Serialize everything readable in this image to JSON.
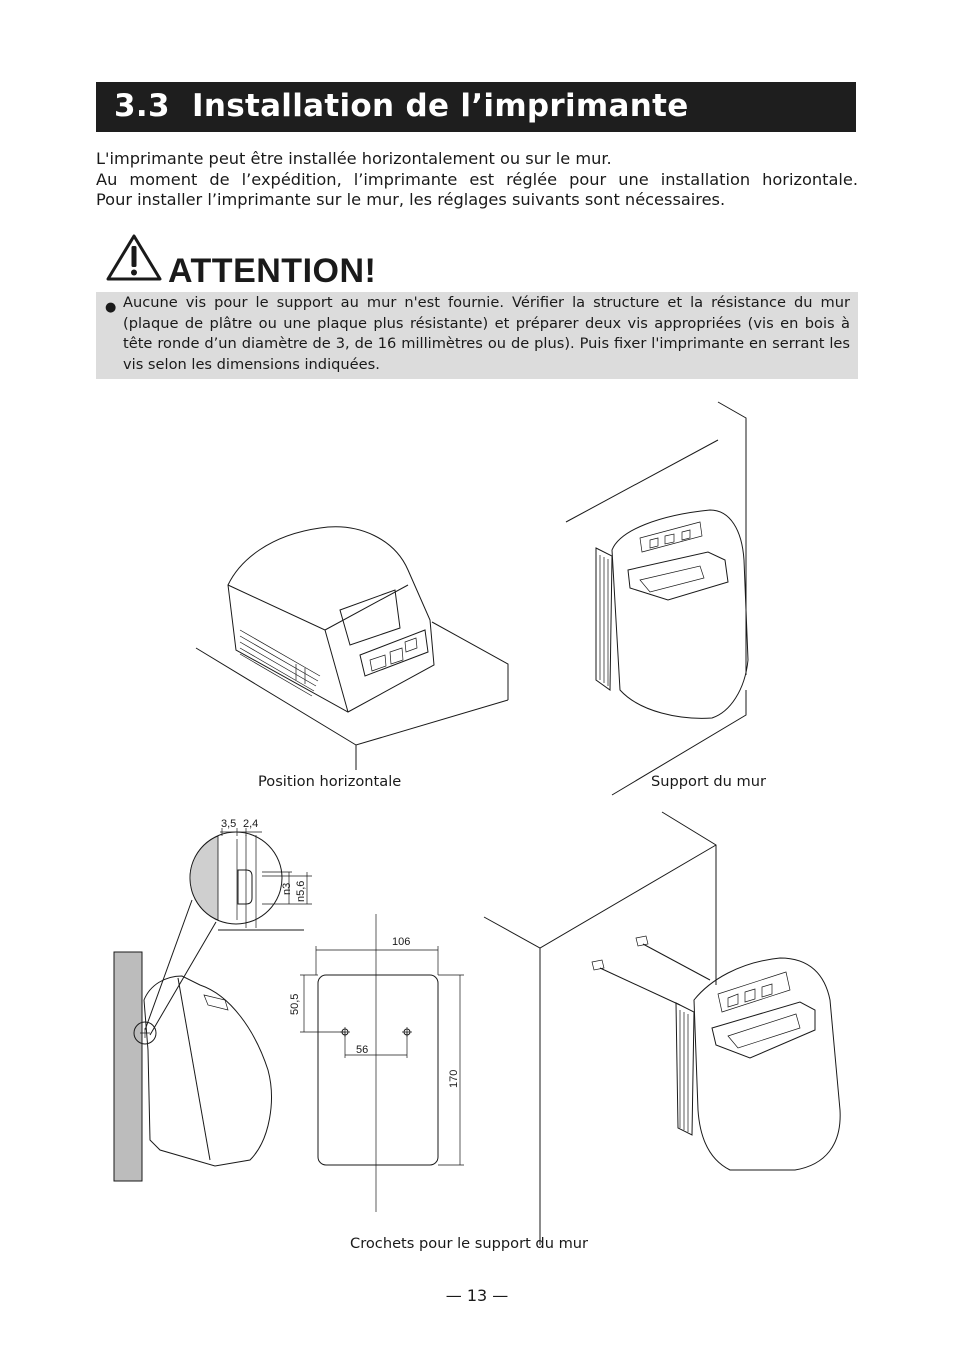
{
  "section": {
    "number": "3.3",
    "title": "Installation de l’imprimante"
  },
  "intro": {
    "line1": "L'imprimante peut être installée horizontalement ou sur le mur.",
    "line2": "Au moment de l’expédition, l’imprimante est réglée pour une installation horizontale.",
    "line3": "Pour installer l’imprimante sur le mur, les réglages suivants sont nécessaires."
  },
  "attention": {
    "title": "ATTENTION!",
    "bullet": "●",
    "text": "Aucune vis pour le support au mur n'est fournie.  Vérifier la structure et la résistance du mur (plaque de plâtre ou une plaque plus résistante) et préparer deux vis appropriées (vis en bois à tête ronde d’un diamètre de 3, de 16 millimètres ou de plus).  Puis fixer l'imprimante en serrant les vis selon les dimensions indiquées."
  },
  "figures": {
    "horizontal_caption": "Position horizontale",
    "wall_caption": "Support du mur",
    "hooks_caption": "Crochets pour le support du mur",
    "dims": {
      "d1": "3,5",
      "d2": "2,4",
      "d3": "n3",
      "d4": "n5,6",
      "width": "106",
      "top_offset": "50,5",
      "hole_spacing": "56",
      "height": "170"
    }
  },
  "page_number": "— 13 —"
}
